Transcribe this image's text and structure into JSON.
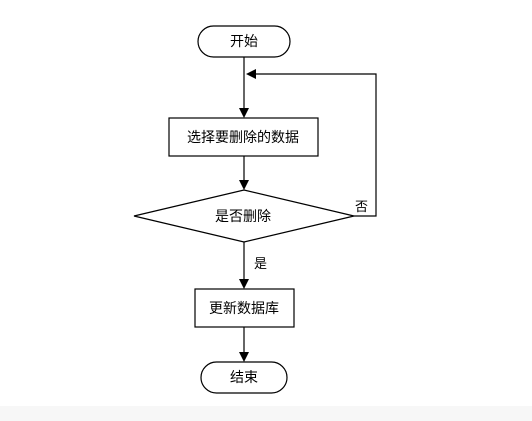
{
  "nodes": {
    "start": "开始",
    "select": "选择要删除的数据",
    "decision": "是否删除",
    "update": "更新数据库",
    "end": "结束"
  },
  "edges": {
    "yes": "是",
    "no": "否"
  }
}
